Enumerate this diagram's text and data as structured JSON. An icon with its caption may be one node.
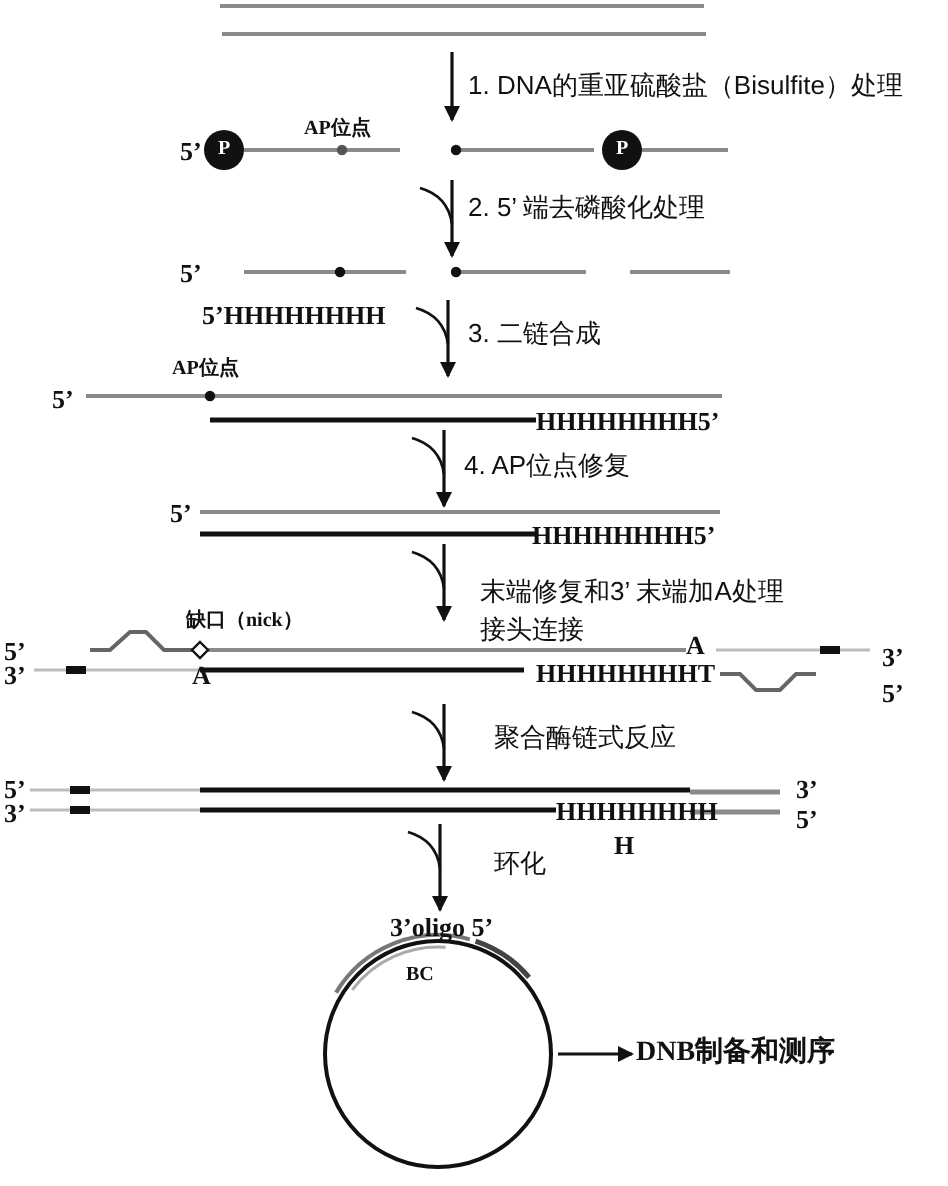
{
  "diagram": {
    "nodes": [
      {
        "text": [
          "3’oligo 5’",
          "BC"
        ]
      },
      {
        "text": [
          "DNB制备和测序"
        ]
      }
    ],
    "edges": [
      {
        "from": 0,
        "to": 1,
        "arrow": "to"
      }
    ],
    "labels": [
      "1. DNA的重亚硫酸盐（Bisulfite）处理",
      "AP位点",
      "5’",
      "P",
      "P",
      "2. 5’ 端去磷酸化处理",
      "5’",
      "5’HHHHHHHH",
      "3. 二链合成",
      "AP位点",
      "5’",
      "HHHHHHHH5’",
      "4. AP位点修复",
      "5’",
      "HHHHHHHH5’",
      "末端修复和3’ 末端加A处理接头连接",
      "缺口（nick）",
      "5’",
      "A",
      "3’",
      "3’",
      "A",
      "HHHHHHHHT",
      "5’",
      "聚合酶链式反应",
      "5’",
      "3’",
      "3’",
      "HHHHHHHH",
      "5’",
      "H",
      "环化"
    ]
  }
}
